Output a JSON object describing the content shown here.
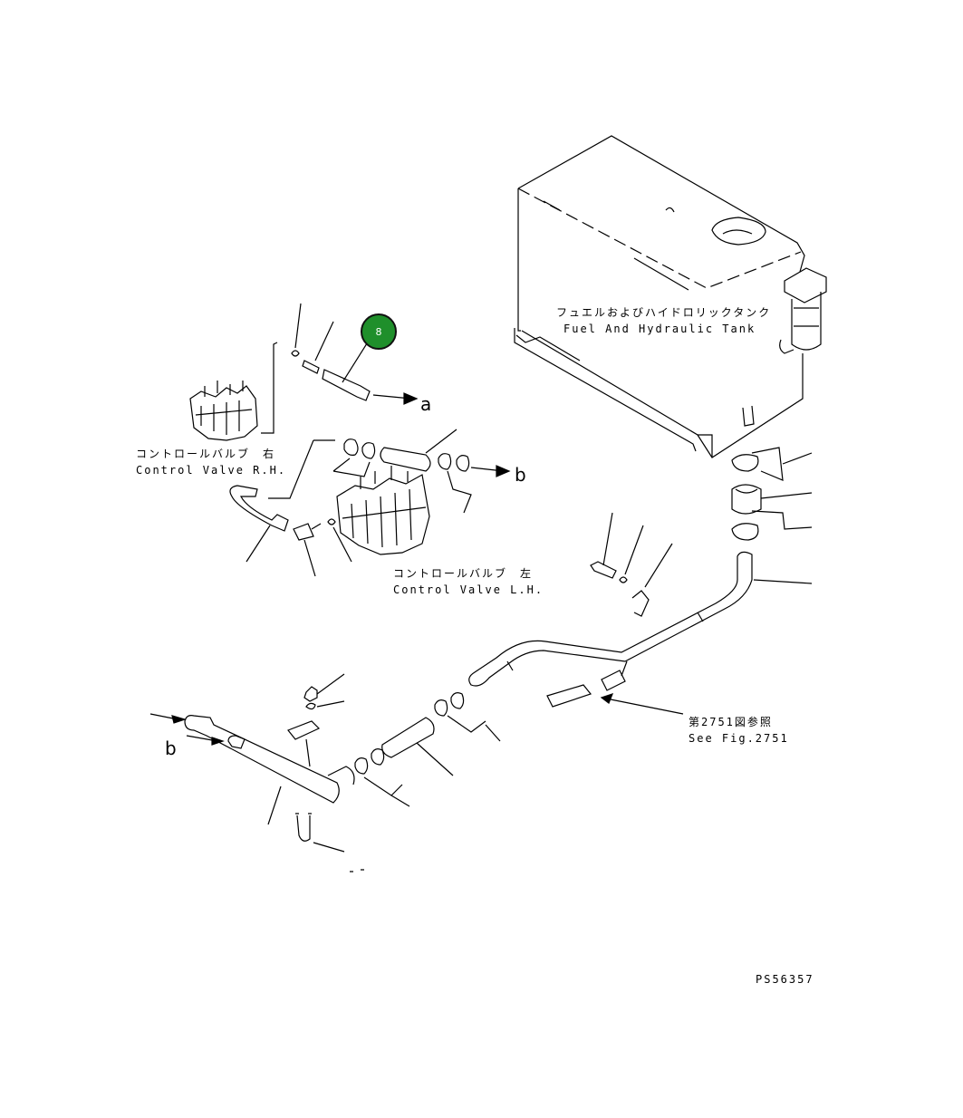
{
  "labels": {
    "tank_jp": "フュエルおよびハイドロリックタンク",
    "tank_en": "Fuel And Hydraulic Tank",
    "valve_rh_jp": "コントロールバルブ　右",
    "valve_rh_en": "Control Valve R.H.",
    "valve_lh_jp": "コントロールバルブ　左",
    "valve_lh_en": "Control Valve L.H.",
    "see_fig_jp": "第2751図参照",
    "see_fig_en": "See Fig.2751",
    "drawing_no": "PS56357"
  },
  "connectors": {
    "a_right": "a",
    "b_right": "b",
    "b_left": "b"
  },
  "callout": {
    "number": "8",
    "color": "#1f8f2b"
  }
}
